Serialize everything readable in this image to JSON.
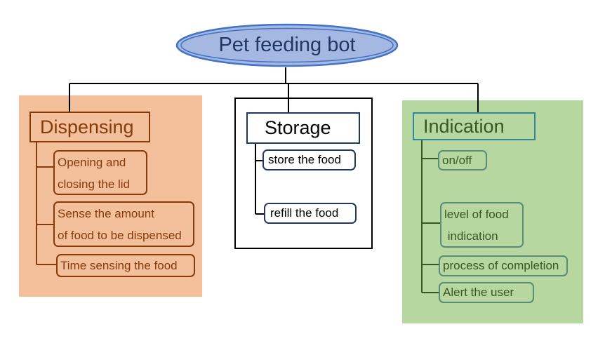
{
  "root": {
    "title": "Pet feeding bot",
    "fill": "#a4b8e2",
    "stroke": "#4472c4",
    "text_color": "#1f3864"
  },
  "branches": [
    {
      "title": "Dispensing",
      "panel_fill": "#f4bf9b",
      "accent": "#843c0c",
      "items": [
        [
          "Opening and",
          "closing the lid"
        ],
        [
          "Sense the amount",
          "of food to be dispensed"
        ],
        [
          "Time sensing the food"
        ]
      ]
    },
    {
      "title": "Storage",
      "panel_fill": "#ffffff",
      "accent": "#1f3864",
      "items": [
        [
          "store the food"
        ],
        [
          "refill the food"
        ]
      ]
    },
    {
      "title": "Indication",
      "panel_fill": "#b7d7a0",
      "accent": "#375623",
      "items": [
        [
          "on/off"
        ],
        [
          "level of food",
          " indication"
        ],
        [
          "process of completion"
        ],
        [
          "Alert the user"
        ]
      ]
    }
  ]
}
